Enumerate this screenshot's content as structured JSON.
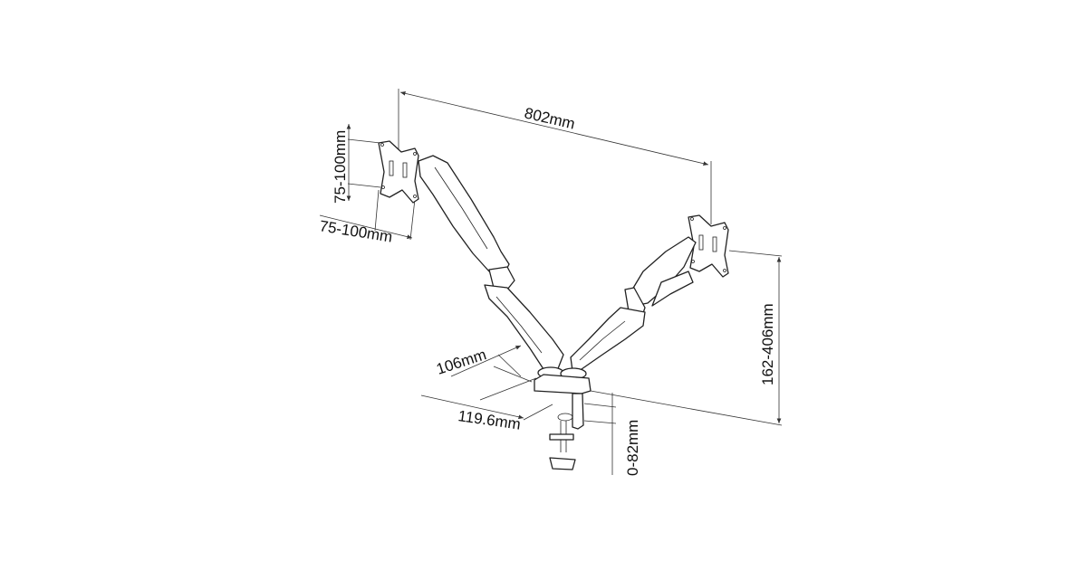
{
  "title": "Dual monitor arm dimension drawing",
  "dimensions": {
    "span": "802mm",
    "vesa_vertical": "75-100mm",
    "vesa_horizontal": "75-100mm",
    "height_range": "162-406mm",
    "desk_thickness": "0-82mm",
    "base_depth": "106mm",
    "base_width": "119.6mm"
  }
}
